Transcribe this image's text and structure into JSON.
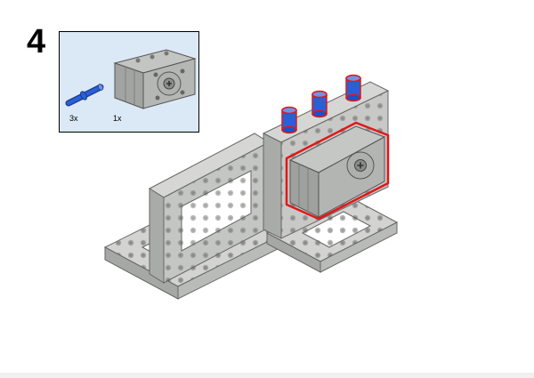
{
  "step": {
    "number": "4"
  },
  "parts_list": {
    "items": [
      {
        "part": "blue-axle-pin",
        "quantity": "3x",
        "color": "#1f4fc4"
      },
      {
        "part": "medium-motor",
        "quantity": "1x",
        "color": "#9a9c99"
      }
    ]
  },
  "colors": {
    "parts_box_bg": "#dbe8f5",
    "frame_gray": "#c8c9c7",
    "motor_gray": "#a9aba8",
    "pin_blue": "#1f4fc4",
    "highlight_red": "#e01818"
  }
}
